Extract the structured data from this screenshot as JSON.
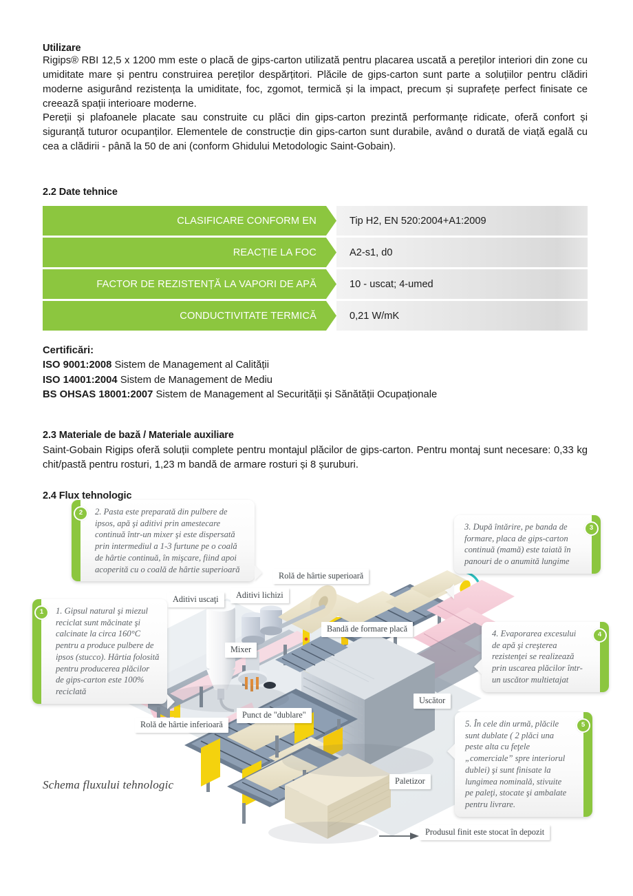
{
  "intro": {
    "heading": "Utilizare",
    "paragraph1": "Rigips® RBI 12,5 x 1200 mm este o placă de  gips-carton utilizată pentru placarea uscată a pereților interiori din zone cu umiditate mare și pentru construirea pereților despărțitori. Plăcile de gips-carton sunt parte a soluțiilor pentru clădiri moderne asigurând rezistența la umiditate, foc, zgomot, termică și la impact, precum și suprafețe perfect finisate ce creează spații interioare moderne.",
    "paragraph2": "Pereții și plafoanele placate sau construite cu plăci din gips-carton prezintă performanțe ridicate, oferă confort și siguranță tuturor ocupanților. Elementele de construcție din gips-carton sunt durabile, având o durată de viață egală cu cea a clădirii - până la 50 de ani (conform Ghidului Metodologic Saint-Gobain)."
  },
  "tech": {
    "heading": "2.2 Date tehnice",
    "accent_color": "#8cc63f",
    "rows": [
      {
        "label": "CLASIFICARE CONFORM EN",
        "value": "Tip H2, EN 520:2004+A1:2009"
      },
      {
        "label": "REACȚIE LA FOC",
        "value": "A2-s1, d0"
      },
      {
        "label": "FACTOR DE REZISTENȚĂ LA VAPORI DE APĂ",
        "value": "10 - uscat; 4-umed"
      },
      {
        "label": "CONDUCTIVITATE TERMICĂ",
        "value": "0,21 W/mK"
      }
    ]
  },
  "certifications": {
    "heading": "Certificări:",
    "items": [
      {
        "code": "ISO 9001:2008",
        "text": " Sistem de Management al Calității"
      },
      {
        "code": "ISO 14001:2004",
        "text": " Sistem de Management de Mediu"
      },
      {
        "code": "BS OHSAS 18001:2007",
        "text": " Sistem de Management al Securității și Sănătății Ocupaționale"
      }
    ]
  },
  "materials": {
    "heading": "2.3 Materiale de bază / Materiale auxiliare",
    "paragraph": "Saint-Gobain Rigips oferă soluții complete pentru montajul plăcilor de gips-carton. Pentru montaj sunt necesare: 0,33 kg chit/pastă pentru rosturi, 1,23 m bandă  de armare rosturi și 8 șuruburi."
  },
  "flow": {
    "heading": "2.4 Flux tehnologic",
    "caption": "Schema fluxului tehnologic",
    "callouts": [
      {
        "number": "1",
        "text": "1. Gipsul natural şi miezul reciclat sunt măcinate şi calcinate la circa 160°C pentru a produce pulbere de ipsos (stucco). Hârtia folosită pentru producerea plăcilor de gips-carton este 100% reciclată"
      },
      {
        "number": "2",
        "text": "2. Pasta este preparată din pulbere de ipsos, apă şi aditivi prin amestecare continuă într-un mixer şi este dispersată prin intermediul a 1-3 furtune pe o coală de hârtie continuă, în mişcare, fiind apoi acoperită cu o coală de hârtie superioară"
      },
      {
        "number": "3",
        "text": "3.  După întărire, pe banda de formare, placa de gips-carton continuă (mamă) este taiată în panouri de o anumită lungime"
      },
      {
        "number": "4",
        "text": "4.  Evaporarea excesului de apă şi creşterea rezistenţei se realizează prin uscarea plăcilor într-un uscător multietajat"
      },
      {
        "number": "5",
        "text": "5.  În cele din urmă, plăcile sunt dublate ( 2 plăci una peste alta cu feţele „comerciale” spre interiorul dublei) şi sunt finisate la lungimea nominală, stivuite pe paleţi, stocate şi ambalate pentru livrare."
      }
    ],
    "labels": {
      "rola_superioara": "Rolă de hârtie superioară",
      "aditivi_uscati": "Aditivi uscaţi",
      "aditivi_lichizi": "Aditivi lichizi",
      "banda_formare": "Bandă de formare placă",
      "mixer": "Mixer",
      "rola_inferioara": "Rolă de hârtie inferioară",
      "punct_dublare": "Punct de \"dublare\"",
      "uscator": "Uscător",
      "paletizor": "Paletizor",
      "depozit": "Produsul finit este stocat în depozit"
    }
  }
}
